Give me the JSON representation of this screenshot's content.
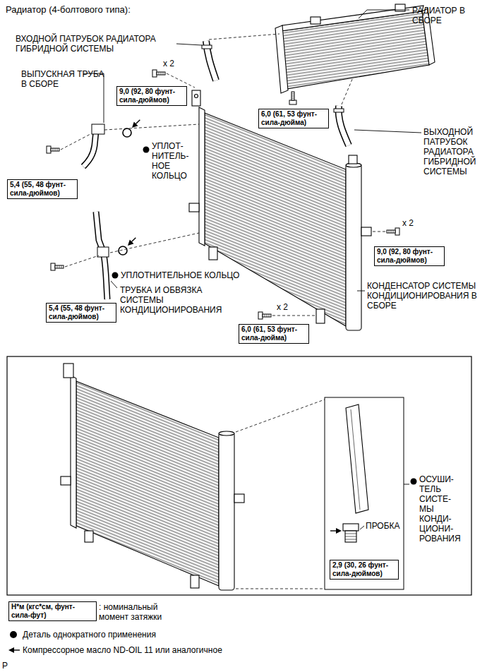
{
  "diagram": {
    "title": "Радиатор (4-болтового типа):",
    "nodes": [
      {
        "text": [
          "9,0 (92, 80 фунт-сила-дюймов)"
        ]
      },
      {
        "text": [
          "6,0 (61, 53 фунт-сила-дюйма)"
        ]
      },
      {
        "text": [
          "5,4 (55, 48 фунт-сила-дюймов)"
        ]
      },
      {
        "text": [
          "9,0 (92, 80 фунт-сила-дюймов)"
        ]
      },
      {
        "text": [
          "5,4 (55, 48 фунт-сила-дюймов)"
        ]
      },
      {
        "text": [
          "6,0 (61, 53 фунт-сила-дюйма)"
        ]
      },
      {
        "text": [
          "2,9 (30, 26 фунт-сила-дюймов)"
        ]
      },
      {
        "text": [
          "Н*м (кгс*см, фунт-сила-фут)"
        ]
      }
    ],
    "labels": [
      "РАДИАТОР В СБОРЕ",
      "ВХОДНОЙ ПАТРУБОК РАДИАТОРА ГИБРИДНОЙ СИСТЕМЫ",
      "x 2",
      "ВЫПУСКНАЯ ТРУБА В СБОРЕ",
      "ВЫХОДНОЙ ПАТРУБОК РАДИАТОРА ГИБРИДНОЙ СИСТЕМЫ",
      "УПЛОТ- НИТЕЛЬ- НОЕ КОЛЬЦО",
      "x 2",
      "УПЛОТНИТЕЛЬНОЕ КОЛЬЦО",
      "ТРУБКА И ОБВЯЗКА СИСТЕМЫ КОНДИЦИОНИРОВАНИЯ",
      "КОНДЕНСАТОР СИСТЕМЫ КОНДИЦИОНИРОВАНИЯ В СБОРЕ",
      "x 2",
      "ПРОБКА",
      "ОСУШИ- ТЕЛЬ СИСТЕ- МЫ КОНДИ- ЦИОНИ- РОВАНИЯ",
      "P"
    ],
    "legend": [
      {
        "text": ": номинальный момент затяжки"
      },
      {
        "text": "Деталь однократного применения"
      },
      {
        "text": "Компрессорное масло ND-OIL 11 или аналогичное"
      }
    ]
  }
}
